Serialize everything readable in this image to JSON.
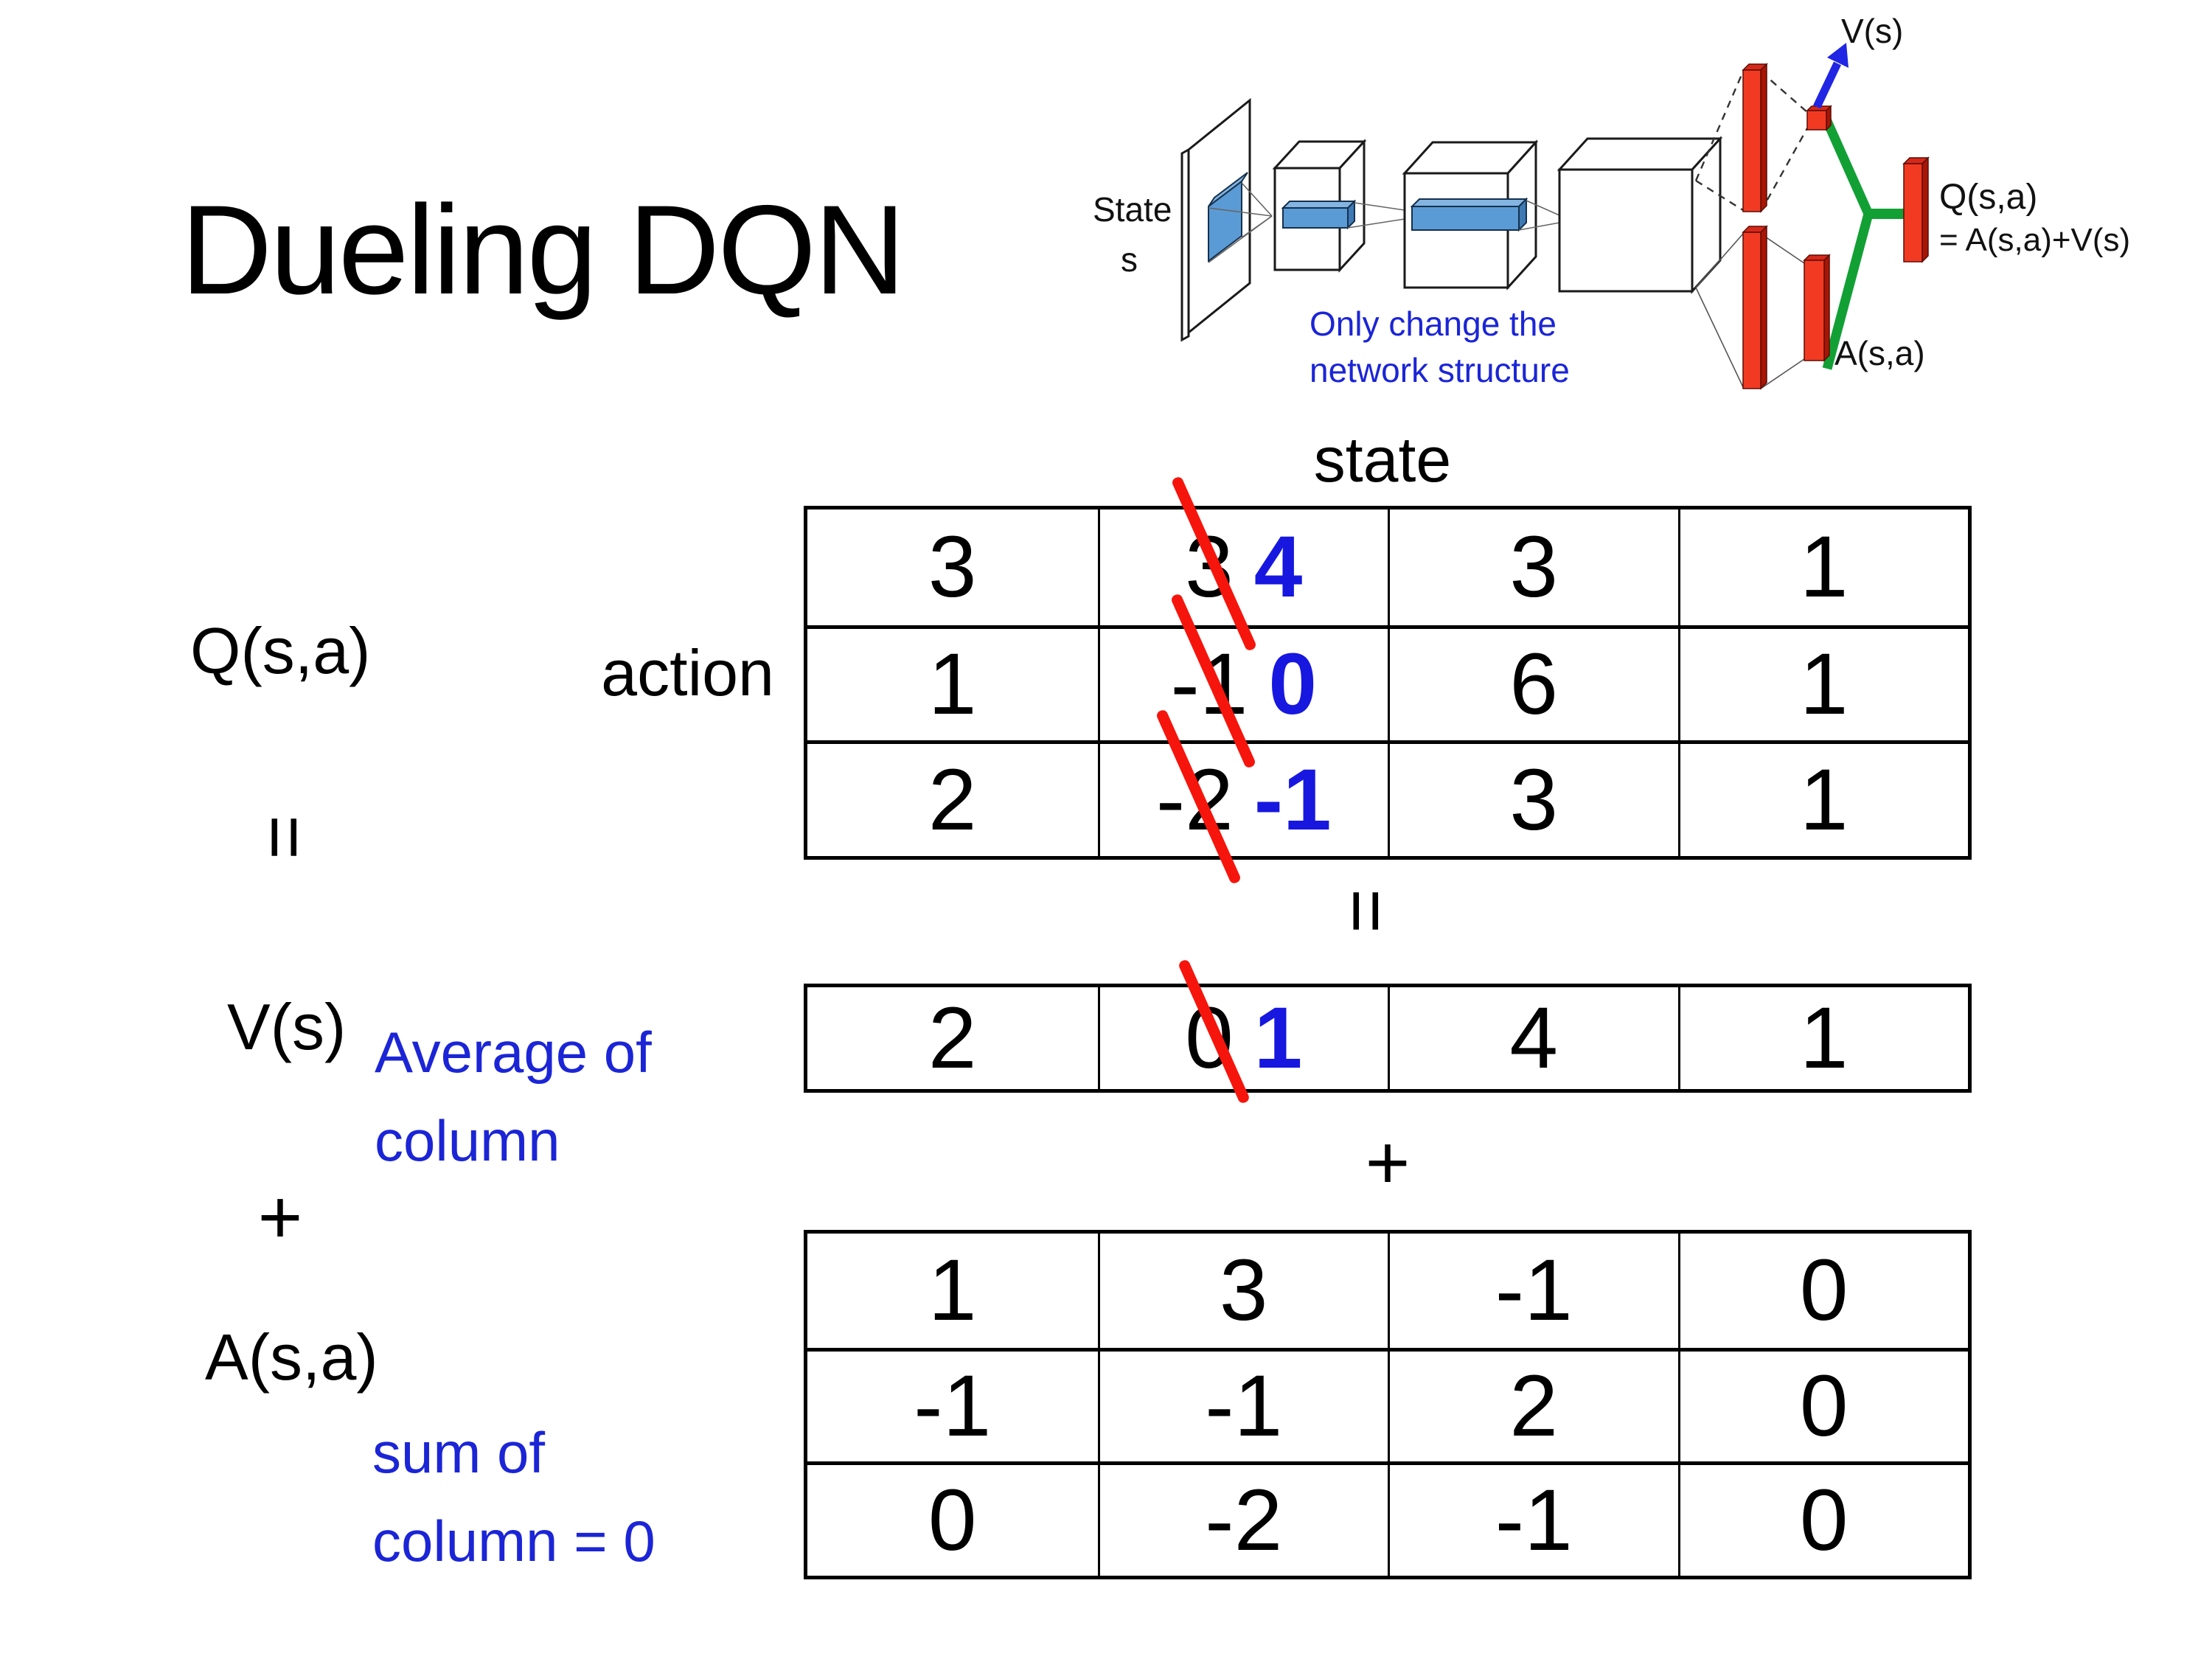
{
  "slide": {
    "title": "Dueling DQN"
  },
  "diagram": {
    "state_line1": "State",
    "state_line2": "s",
    "v_out_label": "V(s)",
    "q_out_label": "Q(s,a)",
    "q_out_formula": "= A(s,a)+V(s)",
    "a_out_label": "A(s,a)",
    "note_line1": "Only change the",
    "note_line2": "network structure"
  },
  "equation": {
    "state_header": "state",
    "action_label": "action",
    "q_label": "Q(s,a)",
    "equals_left": "=",
    "equals_center": "=",
    "v_label": "V(s)",
    "plus_left": "+",
    "plus_center": "+",
    "a_label": "A(s,a)",
    "avg_note_line1": "Average of",
    "avg_note_line2": "column",
    "sum_note_line1": "sum of",
    "sum_note_line2": "column = 0"
  },
  "q_table": {
    "rows": [
      {
        "cells": [
          {
            "text": "3"
          },
          {
            "old": "3",
            "new": "4"
          },
          {
            "text": "3"
          },
          {
            "text": "1"
          }
        ]
      },
      {
        "cells": [
          {
            "text": "1"
          },
          {
            "old": "-1",
            "new": "0"
          },
          {
            "text": "6"
          },
          {
            "text": "1"
          }
        ]
      },
      {
        "cells": [
          {
            "text": "2"
          },
          {
            "old": "-2",
            "new": "-1"
          },
          {
            "text": "3"
          },
          {
            "text": "1"
          }
        ]
      }
    ]
  },
  "v_table": {
    "cells": [
      {
        "text": "2"
      },
      {
        "old": "0",
        "new": "1"
      },
      {
        "text": "4"
      },
      {
        "text": "1"
      }
    ]
  },
  "a_table": {
    "rows": [
      {
        "cells": [
          {
            "text": "1"
          },
          {
            "text": "3"
          },
          {
            "text": "-1"
          },
          {
            "text": "0"
          }
        ]
      },
      {
        "cells": [
          {
            "text": "-1"
          },
          {
            "text": "-1"
          },
          {
            "text": "2"
          },
          {
            "text": "0"
          }
        ]
      },
      {
        "cells": [
          {
            "text": "0"
          },
          {
            "text": "-2"
          },
          {
            "text": "-1"
          },
          {
            "text": "0"
          }
        ]
      }
    ]
  },
  "colors": {
    "correction_blue": "#1717e0",
    "strike_red": "#f6150c",
    "bar_red": "#f23a23",
    "merge_green": "#12a035",
    "feature_blue": "#5b9bd5",
    "note_blue": "#1b25d6"
  }
}
